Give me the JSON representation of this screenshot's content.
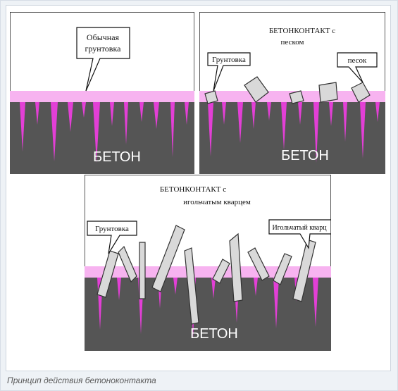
{
  "panel_1": {
    "callout": [
      "Обычная",
      "грунтовка"
    ],
    "base_label": "БЕТОН"
  },
  "panel_2": {
    "title": [
      "БЕТОНКОНТАКТ с",
      "песком"
    ],
    "callout_left": "Грунтовка",
    "callout_right": "песок",
    "base_label": "БЕТОН"
  },
  "panel_3": {
    "title": [
      "БЕТОНКОНТАКТ с",
      "игольчатым кварцем"
    ],
    "callout_left": "Грунтовка",
    "callout_right": "Игольчатый кварц",
    "base_label": "БЕТОН"
  },
  "caption": "Принцип действия бетоноконтакта",
  "colors": {
    "concrete": "#555555",
    "primer": "#f7b3f0",
    "primer_spike": "#e33fd6",
    "particle": "#d9d9d9",
    "background": "#eef2f6"
  }
}
